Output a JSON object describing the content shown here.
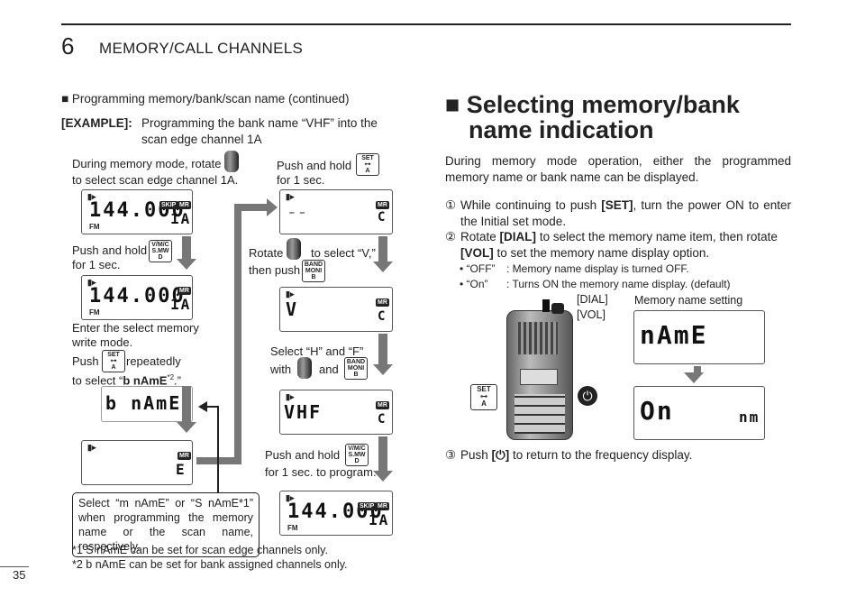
{
  "header": {
    "chapter_number": "6",
    "chapter_title": "MEMORY/CALL CHANNELS"
  },
  "left": {
    "heading": "■ Programming memory/bank/scan name (continued)",
    "example_label": "[EXAMPLE]:",
    "example_text_1": "Programming the bank name “VHF” into the",
    "example_text_2": "scan edge channel 1A",
    "step1_line1": "During memory mode, rotate",
    "step1_line2": "to select scan edge channel 1A.",
    "step2_line1": "Push and hold",
    "step2_line2": "for 1 sec.",
    "step3_line1": "Enter the select memory",
    "step3_line2": "write mode.",
    "step3_push": "Push",
    "step3_repeat": "repeatedly",
    "step3_select_pre": "to select “",
    "step3_select_bold": "b nAmE",
    "step3_select_sup": "*2",
    "step3_select_post": ".”",
    "note_box": "Select “m nAmE” or “S nAmE*1” when programming the memory name or the scan name, respectively.",
    "col2_step1_line1": "Push and hold",
    "col2_step1_line2": "for 1 sec.",
    "col2_step2_rotate": "Rotate",
    "col2_step2_select": "to select “V,”",
    "col2_step2_then": "then push",
    "col2_step3_line1": "Select “H” and “F”",
    "col2_step3_with": "with",
    "col2_step3_and": "and",
    "col2_step4_line1": "Push and hold",
    "col2_step4_line2": "for 1 sec. to program.",
    "footnote1": "*1 S nAmE can be set for scan edge channels only.",
    "footnote2": "*2 b nAmE can be set for bank assigned channels only."
  },
  "lcd": {
    "freq": "144.000",
    "channel": "1A",
    "skip": "SKIP",
    "mr": "MR",
    "fm": "FM",
    "bname": "b nAmE",
    "e_char": "E",
    "v_char": "V",
    "vhf": "VHF",
    "blank_c": "C"
  },
  "keys": {
    "set": "SET",
    "set_sub": "A",
    "vmc": "V/M/C",
    "smw": "S.MW",
    "vmc_sub": "D",
    "band": "BAND",
    "moni": "MONI",
    "band_sub": "B"
  },
  "right": {
    "heading_1": "■ Selecting memory/bank",
    "heading_2": "name indication",
    "intro": "During memory mode operation, either the programmed memory name or bank name can be displayed.",
    "step1_num": "①",
    "step1_a": "While continuing to push",
    "step1_b": "[SET]",
    "step1_c": ", turn the power ON to enter the Initial set mode.",
    "step2_num": "②",
    "step2_a": "Rotate",
    "step2_b": "[DIAL]",
    "step2_c": "to select the memory name item, then rotate",
    "step2_d": "[VOL]",
    "step2_e": "to set the memory name display option.",
    "opt_off_label": "• “OFF”",
    "opt_off_text": ": Memory name display is turned OFF.",
    "opt_on_label": "• “On”",
    "opt_on_text": ": Turns ON the memory name display. (default)",
    "dial_label": "[DIAL]",
    "vol_label": "[VOL]",
    "memname_label": "Memory name setting",
    "lcd_name": "nAmE",
    "lcd_on": "On",
    "lcd_nm": "nm",
    "step3_num": "③",
    "step3_a": "Push",
    "step3_b": "[⏻]",
    "step3_c": "to return to the frequency display."
  },
  "page_number": "35"
}
